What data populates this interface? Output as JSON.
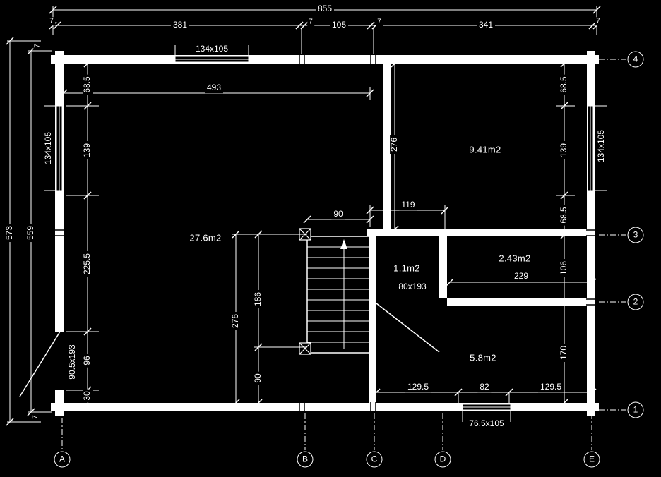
{
  "colors": {
    "background": "#000000",
    "line": "#ffffff"
  },
  "grid": {
    "columns": [
      "A",
      "B",
      "C",
      "D",
      "E"
    ],
    "rows": [
      "1",
      "2",
      "3",
      "4"
    ]
  },
  "dimensions": {
    "overall_width": "855",
    "overall_height": "573",
    "inner_height": "559",
    "top_segments": [
      "7",
      "381",
      "7",
      "105",
      "7",
      "341",
      "7"
    ],
    "left_post_top": "7",
    "left_post_bottom": "7",
    "left_chain": [
      "68.5",
      "139",
      "225.5",
      "96",
      "30"
    ],
    "right_chain": [
      "68.5",
      "139",
      "68.5",
      "106",
      "170"
    ],
    "room_width": "493",
    "partition_height": "276",
    "opening_width": "119",
    "stair_width": "90",
    "wc_width": "229",
    "stair_run_upper": "186",
    "stair_run_total": "276",
    "stair_run_lower": "90",
    "bottom_segments": [
      "129.5",
      "82",
      "129.5"
    ]
  },
  "openings": {
    "window_top": "134x105",
    "window_left": "134x105",
    "window_right": "134x105",
    "window_bottom": "76.5x105",
    "door_entrance": "90.5x193",
    "door_closet": "80x193"
  },
  "rooms": {
    "main": "27.6m2",
    "upper_right": "9.41m2",
    "closet": "1.1m2",
    "wc": "2.43m2",
    "hall": "5.8m2"
  }
}
